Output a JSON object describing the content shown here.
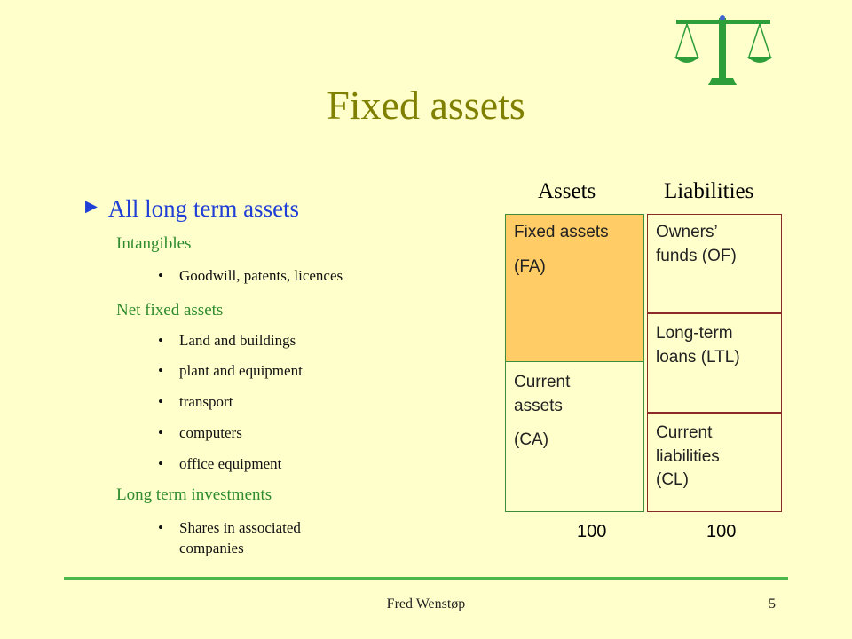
{
  "slide": {
    "title": "Fixed assets",
    "main_bullet": "All long term assets",
    "sections": [
      {
        "heading": "Intangibles",
        "items": [
          "Goodwill, patents, licences"
        ]
      },
      {
        "heading": "Net fixed assets",
        "items": [
          "Land and buildings",
          "plant and equipment",
          "transport",
          "computers",
          "office equipment"
        ]
      },
      {
        "heading": "Long term investments",
        "items": [
          "Shares in associated companies"
        ]
      }
    ],
    "shares_line1": "Shares in associated",
    "shares_line2": "companies"
  },
  "balance": {
    "assets_header": "Assets",
    "liabilities_header": "Liabilities",
    "fixed_assets": [
      "Fixed assets",
      "(FA)"
    ],
    "current_assets": [
      "Current",
      "assets",
      "(CA)"
    ],
    "owners_funds": [
      "Owners’",
      "funds (OF)"
    ],
    "long_term_loans": [
      "Long-term",
      "loans (LTL)"
    ],
    "current_liabilities": [
      "Current",
      "liabilities",
      "(CL)"
    ],
    "assets_total": "100",
    "liabilities_total": "100",
    "colors": {
      "fixed_assets_fill": "#FFCC66",
      "assets_border": "#3C8C3C",
      "liabilities_border": "#8B2A2A"
    }
  },
  "footer": {
    "author": "Fred Wenstøp",
    "page": "5"
  },
  "icons": {
    "logo": "scales-of-justice-icon",
    "bullet": "triangle-right-icon"
  }
}
